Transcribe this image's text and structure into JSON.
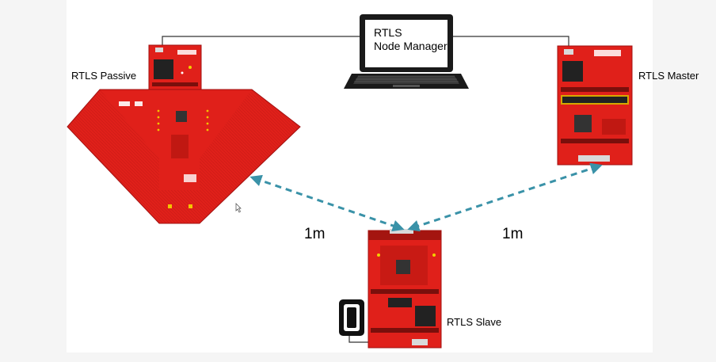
{
  "labels": {
    "node_manager_line1": "RTLS",
    "node_manager_line2": "Node Manager",
    "passive": "RTLS Passive",
    "master": "RTLS Master",
    "slave": "RTLS Slave",
    "distance_left": "1m",
    "distance_right": "1m"
  },
  "colors": {
    "board_red": "#e0201a",
    "board_dark_red": "#b8140f",
    "link_dashed": "#3a92a8",
    "laptop": "#1a1a1a"
  },
  "icons": [
    "laptop-icon",
    "launchpad-board-icon",
    "antenna-board-icon",
    "battery-pack-icon",
    "mouse-cursor-icon"
  ]
}
